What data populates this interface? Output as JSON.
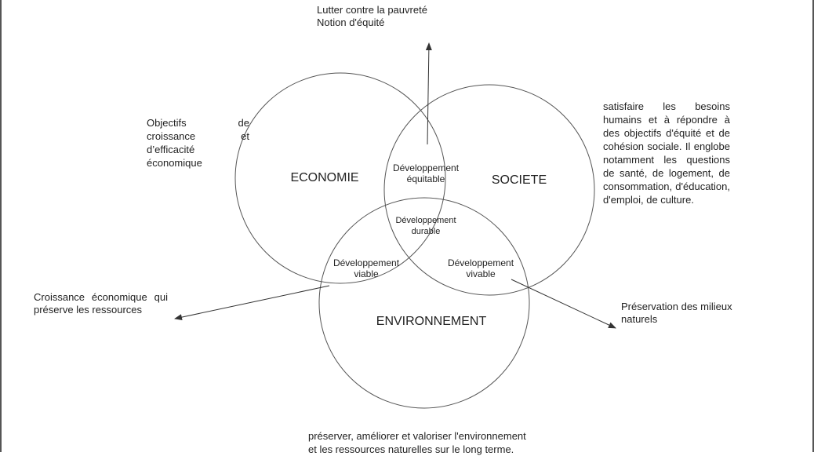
{
  "circles": {
    "economie": "ECONOMIE",
    "societe": "SOCIETE",
    "environnement": "ENVIRONNEMENT"
  },
  "intersections": {
    "equitable": [
      "Développement",
      "équitable"
    ],
    "durable": [
      "Développement",
      "durable"
    ],
    "viable": [
      "Développement",
      "viable"
    ],
    "vivable": [
      "Développement",
      "vivable"
    ]
  },
  "annotations": {
    "top_line1": "Lutter contre la pauvreté",
    "top_line2": "Notion d'équité",
    "economie_desc": "Objectifs de croissance et d’efficacité économique",
    "societe_desc": "satisfaire les besoins humains et à répondre à des objectifs d'équité et de cohésion sociale. Il englobe notamment les questions de santé, de logement, de consommation, d'éducation, d'emploi, de culture.",
    "viable_desc": "Croissance économique qui préserve les ressources",
    "vivable_desc": "Préservation des milieux naturels",
    "environnement_desc_line1": "préserver, améliorer et valoriser l'environnement",
    "environnement_desc_line2": "et les ressources naturelles sur le long terme."
  },
  "colors": {
    "line": "#555555",
    "text": "#222222",
    "frame": "#555555"
  }
}
